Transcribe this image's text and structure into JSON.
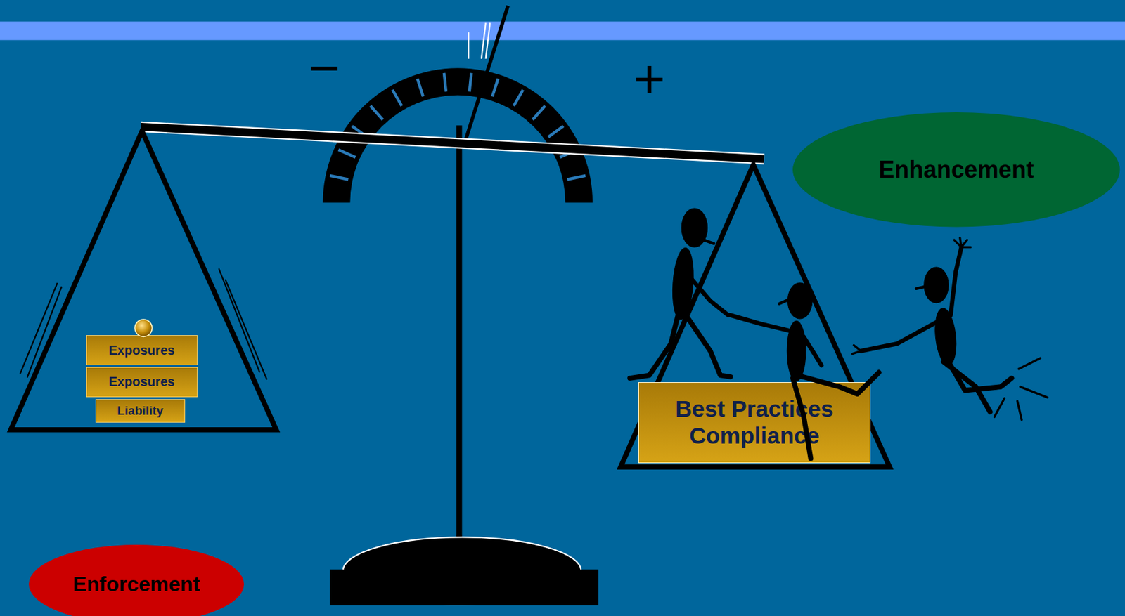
{
  "diagram": {
    "nodes": [
      {
        "text": [
          "Enhancement"
        ]
      },
      {
        "text": [
          "Exposures"
        ]
      },
      {
        "text": [
          "Exposures"
        ]
      },
      {
        "text": [
          "Liability"
        ]
      },
      {
        "text": [
          "Best Practices Compliance"
        ]
      },
      {
        "text": [
          "Enforcement"
        ]
      }
    ],
    "labels": [
      "−",
      "+"
    ]
  }
}
